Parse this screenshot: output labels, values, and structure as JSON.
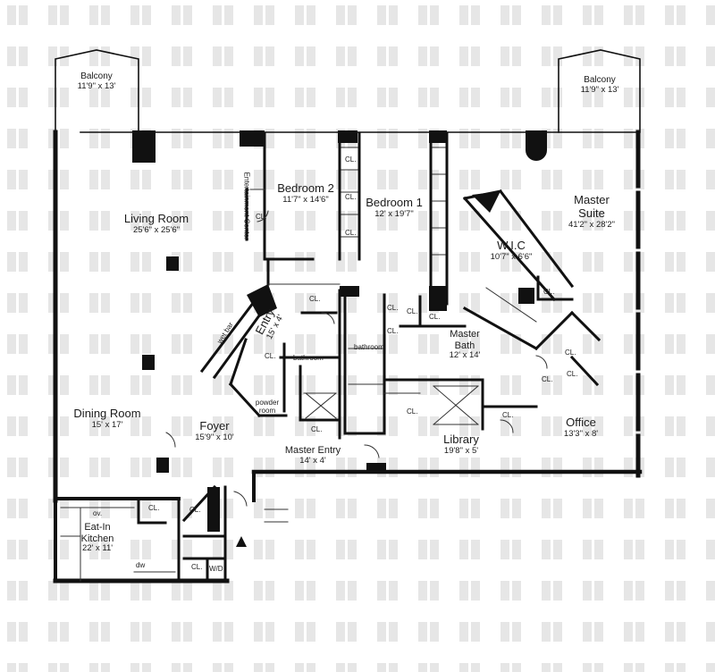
{
  "colors": {
    "wall": "#111111",
    "thin": "#333333",
    "watermark": "#e6e6e6",
    "background": "#ffffff"
  },
  "rooms": {
    "balcony_left": {
      "name": "Balcony",
      "dims": "11'9\" x 13'"
    },
    "balcony_right": {
      "name": "Balcony",
      "dims": "11'9\" x 13'"
    },
    "living_room": {
      "name": "Living Room",
      "dims": "25'6\" x 25'6\""
    },
    "bedroom_2": {
      "name": "Bedroom 2",
      "dims": "11'7\" x 14'6\""
    },
    "bedroom_1": {
      "name": "Bedroom 1",
      "dims": "12' x 19'7\""
    },
    "master_suite": {
      "name": "Master Suite",
      "dims": "41'2\" x 28'2\""
    },
    "wic": {
      "name": "W.I.C",
      "dims": "10'7\" x 6'6\""
    },
    "entry": {
      "name": "Entry",
      "dims": "15' x 4'"
    },
    "master_bath": {
      "name": "Master Bath",
      "dims": "12' x 14'"
    },
    "dining_room": {
      "name": "Dining Room",
      "dims": "15' x 17'"
    },
    "foyer": {
      "name": "Foyer",
      "dims": "15'9\" x 10'"
    },
    "master_entry": {
      "name": "Master Entry",
      "dims": "14' x 4'"
    },
    "library": {
      "name": "Library",
      "dims": "19'8\" x 5'"
    },
    "office": {
      "name": "Office",
      "dims": "13'3\" x 8'"
    },
    "kitchen": {
      "name": "Eat-In Kitchen",
      "dims": "22' x 11'"
    }
  },
  "fixtures": {
    "closet": "CL.",
    "wet_bar": "wet bar",
    "entertainment_center": "Entertainment Center",
    "bathroom": "bathroom",
    "powder_room": "powder room",
    "oven": "ov.",
    "dishwasher": "dw",
    "washer_dryer": "W/D"
  }
}
